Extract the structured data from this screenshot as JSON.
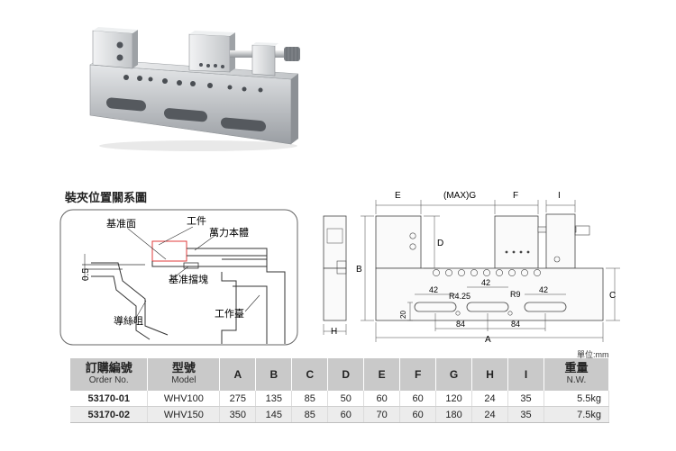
{
  "section_title": "裝夾位置關系圖",
  "left_diagram": {
    "labels": {
      "reference_face": "基准面",
      "workpiece": "工件",
      "vise_body": "萬力本體",
      "dimension": "0.5",
      "reference_block": "基准擋塊",
      "guide_rail": "導絲咀",
      "work_table": "工作臺"
    }
  },
  "dimension_drawing": {
    "labels": {
      "E": "E",
      "MAXG": "(MAX)G",
      "F": "F",
      "I": "I",
      "D": "D",
      "B": "B",
      "C": "C",
      "H": "H",
      "A": "A",
      "slot1": "42",
      "slot2": "42",
      "slot3": "42",
      "r425": "R4.25",
      "r9": "R9",
      "height20": "20",
      "pitch1": "84",
      "pitch2": "84"
    }
  },
  "unit_note": "單位:mm",
  "table": {
    "header": {
      "order_zh": "訂購編號",
      "order_en": "Order No.",
      "model_zh": "型號",
      "model_en": "Model",
      "cols": [
        "A",
        "B",
        "C",
        "D",
        "E",
        "F",
        "G",
        "H",
        "I"
      ],
      "weight_zh": "重量",
      "weight_en": "N.W."
    },
    "rows": [
      {
        "order": "53170-01",
        "model": "WHV100",
        "vals": [
          "275",
          "135",
          "85",
          "50",
          "60",
          "60",
          "120",
          "24",
          "35"
        ],
        "nw": "5.5kg"
      },
      {
        "order": "53170-02",
        "model": "WHV150",
        "vals": [
          "350",
          "145",
          "85",
          "60",
          "70",
          "60",
          "180",
          "24",
          "35"
        ],
        "nw": "7.5kg"
      }
    ]
  }
}
